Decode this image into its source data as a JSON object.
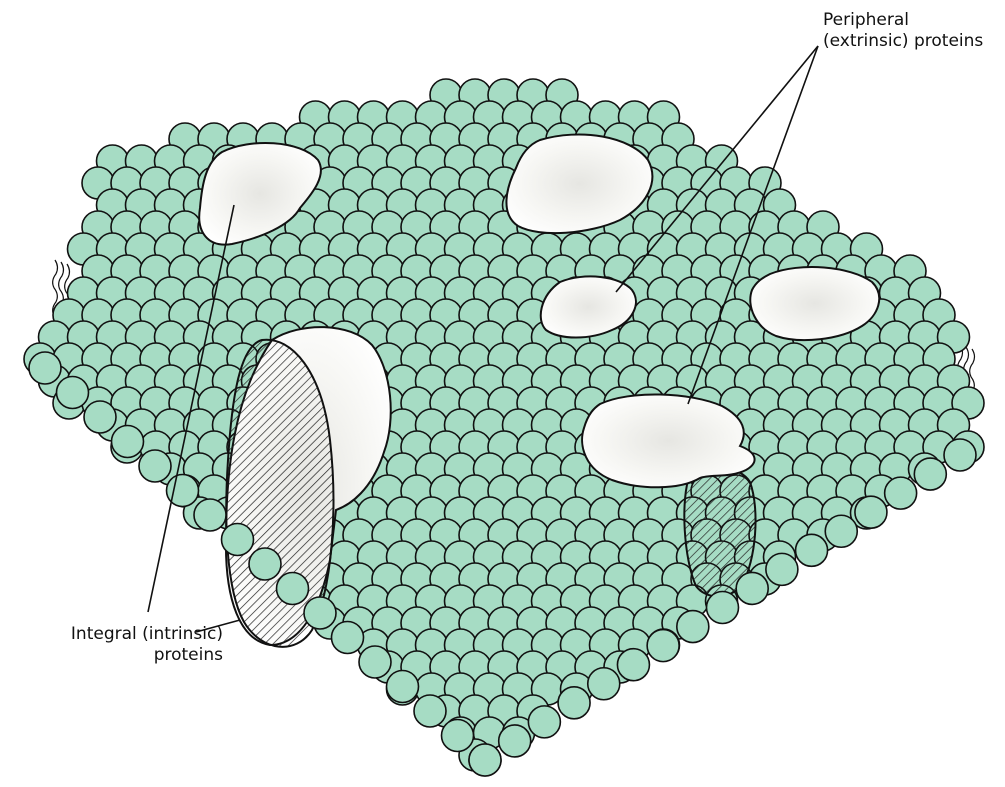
{
  "labels": {
    "peripheral_line1": "Peripheral",
    "peripheral_line2": "(extrinsic) proteins",
    "integral_line1": "Integral (intrinsic)",
    "integral_line2": "proteins"
  },
  "colors": {
    "lipid_head": "#a6dcc4",
    "outline": "#111111",
    "protein_fill": "#f7f7f5",
    "background": "#ffffff"
  }
}
